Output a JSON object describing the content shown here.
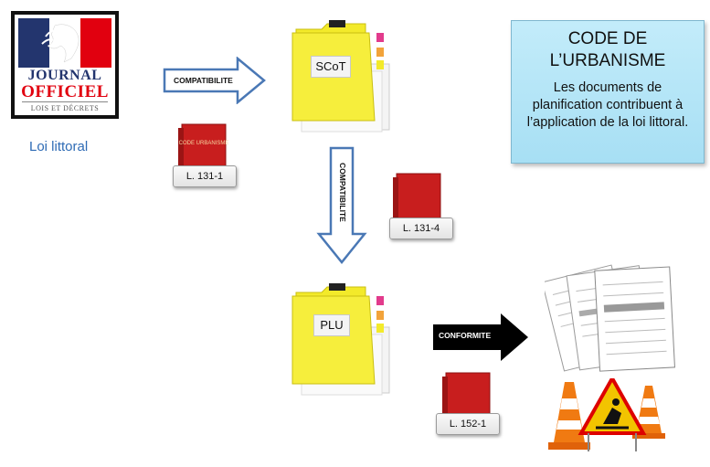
{
  "logo": {
    "line1": "JOURNAL",
    "line2": "OFFICIEL",
    "line3": "LOIS ET DÉCRETS"
  },
  "source_label": "Loi littoral",
  "info_box": {
    "title": "CODE DE L’URBANISME",
    "body": "Les documents de planification contribuent à l’application de la loi littoral."
  },
  "documents": {
    "scot": "SCoT",
    "plu": "PLU"
  },
  "relations": {
    "loi_to_scot": "COMPATIBILITE",
    "scot_to_plu": "COMPATIBILITE",
    "plu_to_permis": "CONFORMITE"
  },
  "articles": {
    "a1": "L. 131-1",
    "a2": "L. 131-4",
    "a3": "L. 152-1"
  },
  "book_text": "CODE URBANISME",
  "colors": {
    "arrow_outline": "#4a78b5",
    "folder": "#f3ea2a",
    "book": "#c81e1e",
    "accent_blue": "#2e6bb5"
  }
}
